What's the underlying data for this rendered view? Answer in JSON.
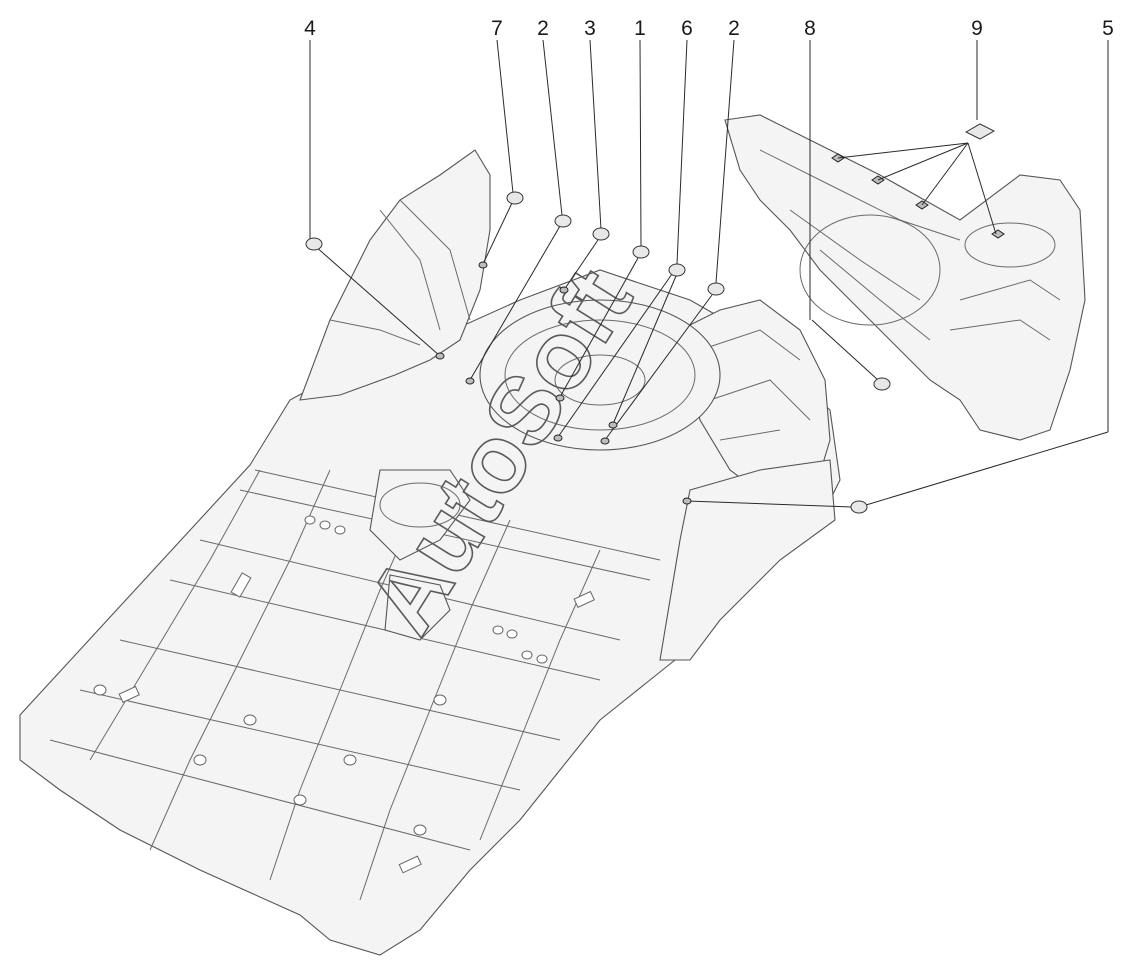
{
  "diagram": {
    "callouts": [
      {
        "label": "4"
      },
      {
        "label": "7"
      },
      {
        "label": "2"
      },
      {
        "label": "3"
      },
      {
        "label": "1"
      },
      {
        "label": "6"
      },
      {
        "label": "2"
      },
      {
        "label": "8"
      },
      {
        "label": "9"
      },
      {
        "label": "5"
      }
    ],
    "watermark": "AutoSoft"
  }
}
